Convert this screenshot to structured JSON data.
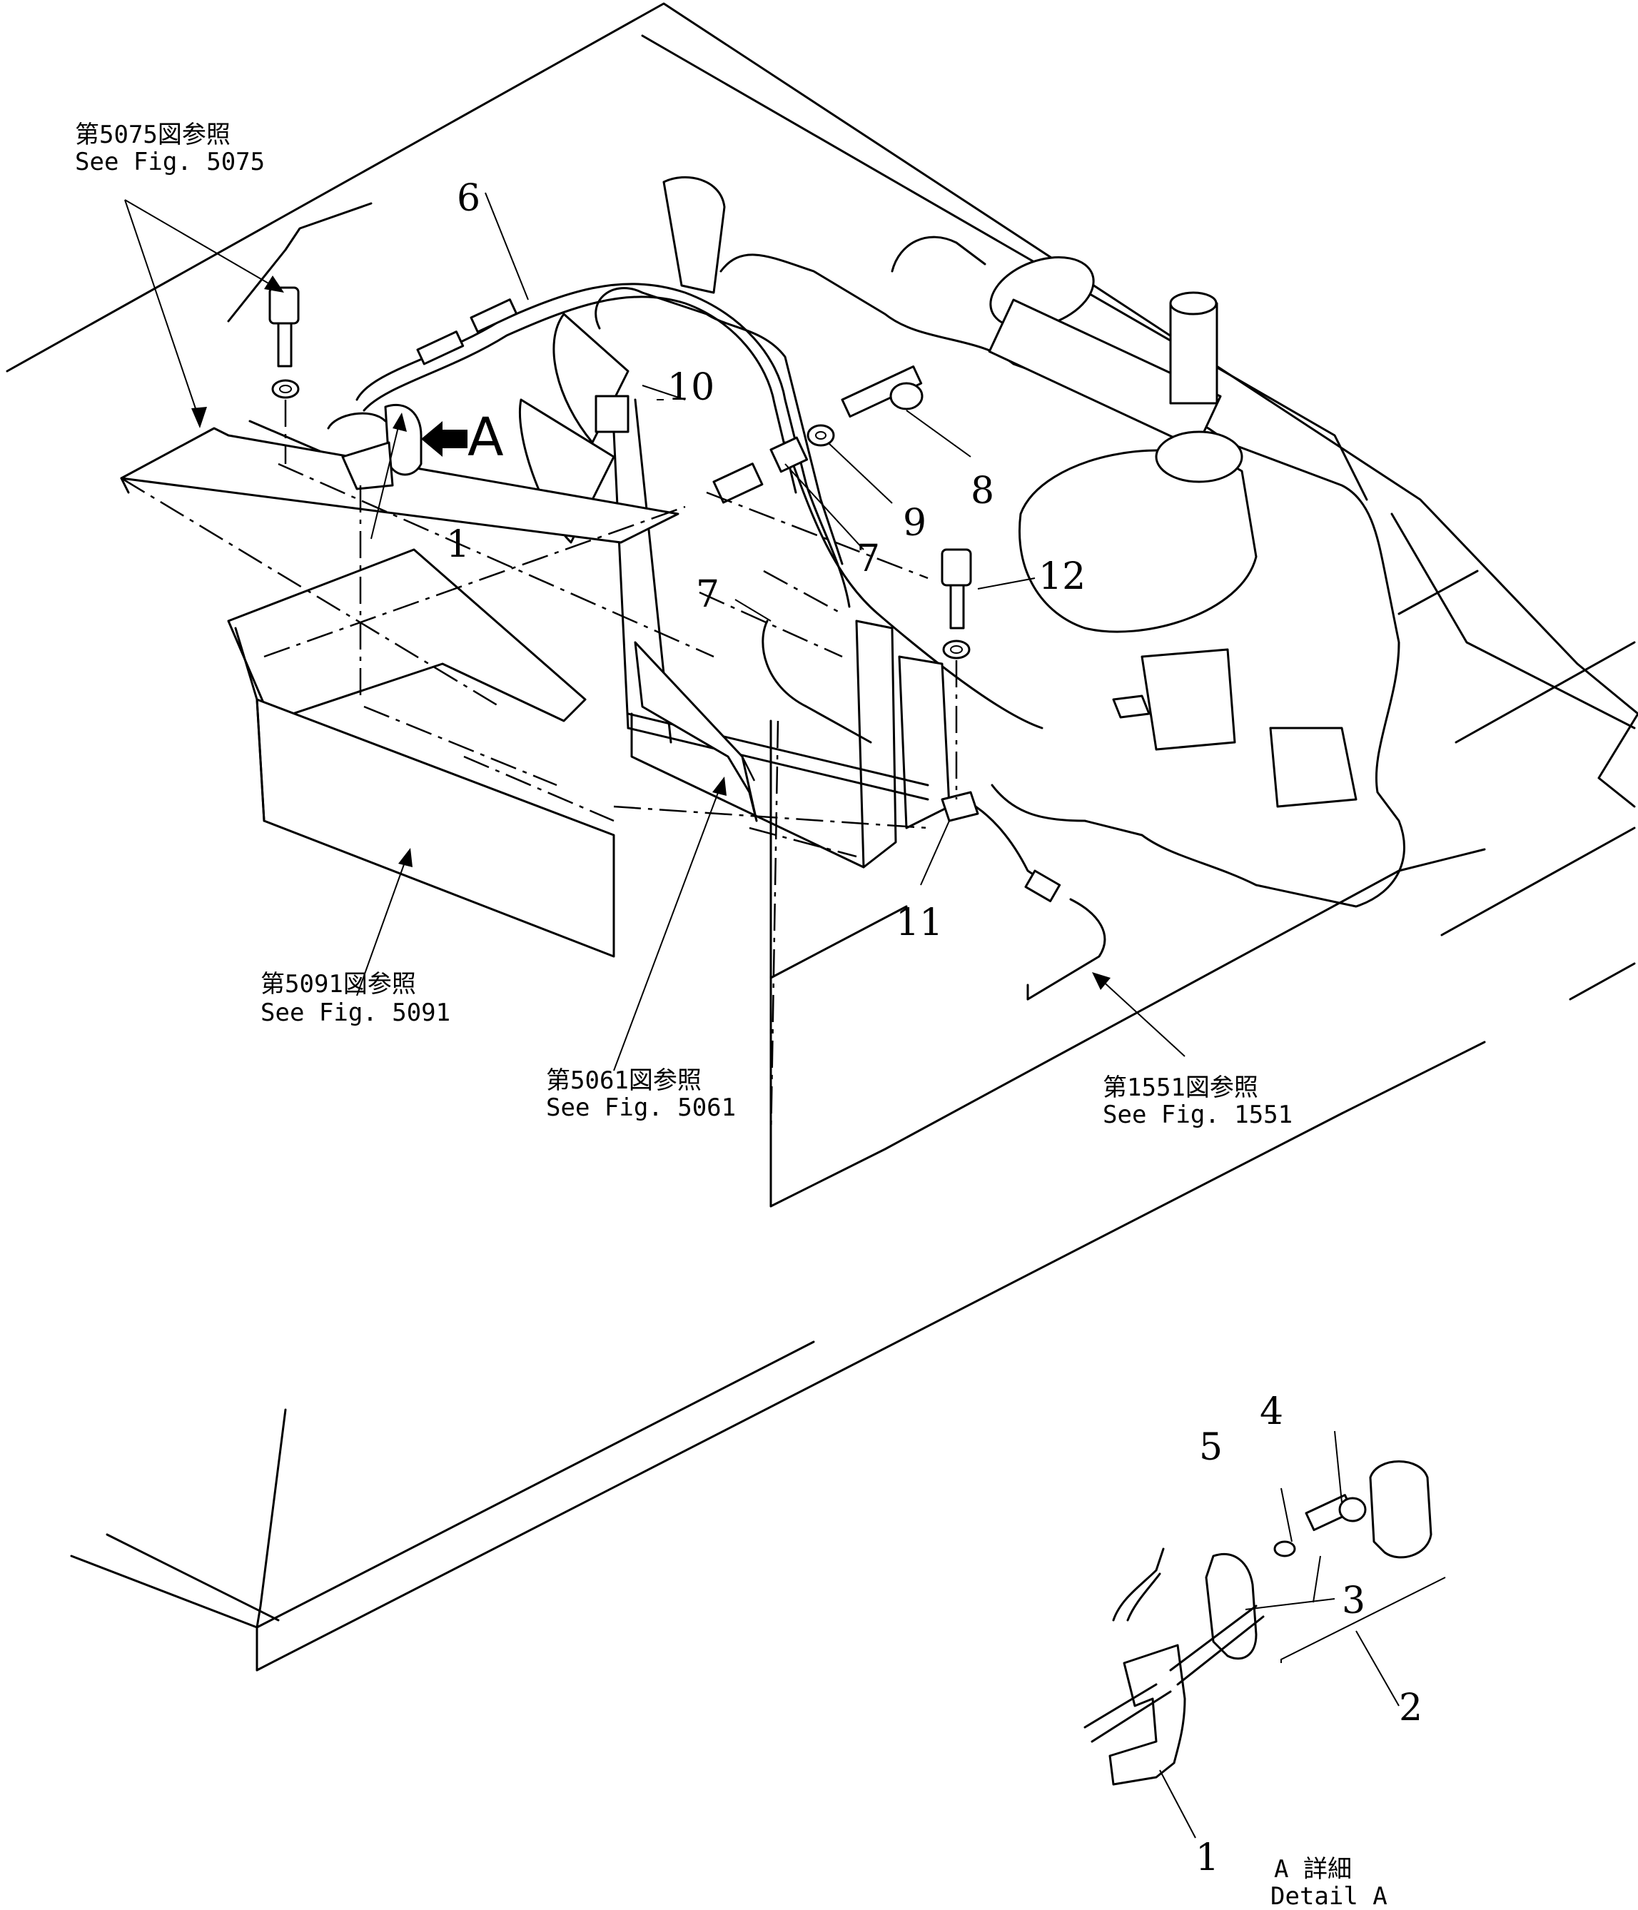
{
  "refs": {
    "fig5075": {
      "jp": "第5075図参照",
      "en": "See Fig. 5075"
    },
    "fig5091": {
      "jp": "第5091図参照",
      "en": "See Fig. 5091"
    },
    "fig5061": {
      "jp": "第5061図参照",
      "en": "See Fig. 5061"
    },
    "fig1551": {
      "jp": "第1551図参照",
      "en": "See Fig. 1551"
    }
  },
  "view_marker": "A",
  "detail": {
    "jp": "A 詳細",
    "en": "Detail A"
  },
  "callouts": {
    "p1": "1",
    "p1b": "1",
    "p2": "2",
    "p3": "3",
    "p4": "4",
    "p5": "5",
    "p6": "6",
    "p7a": "7",
    "p7b": "7",
    "p8": "8",
    "p9": "9",
    "p10": "10",
    "p11": "11",
    "p12": "12"
  }
}
